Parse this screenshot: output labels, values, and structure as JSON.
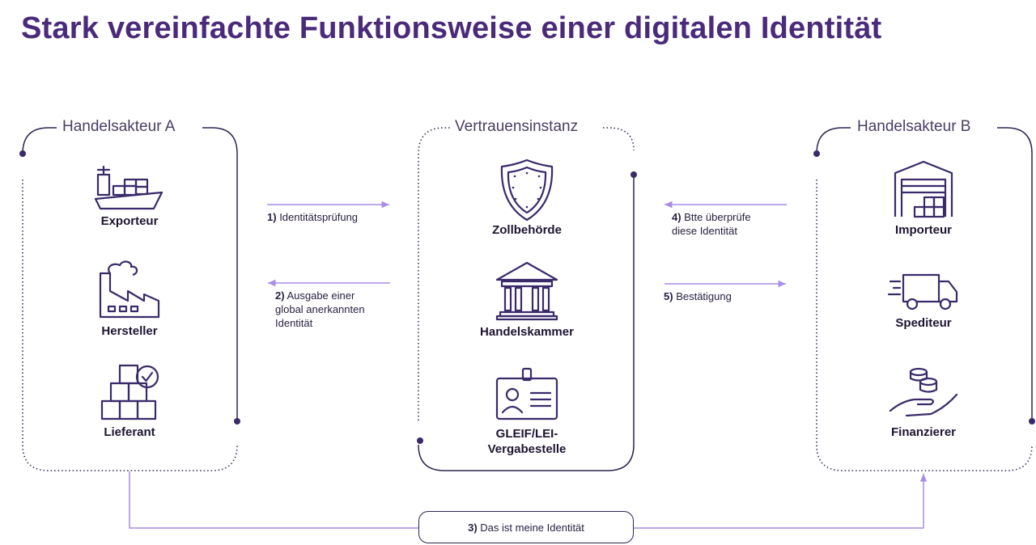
{
  "title": "Stark vereinfachte Funktionsweise einer digitalen Identität",
  "groups": {
    "actor_a": {
      "label": "Handelsakteur A",
      "items": [
        {
          "label": "Exporteur",
          "icon": "ship-icon"
        },
        {
          "label": "Hersteller",
          "icon": "factory-icon"
        },
        {
          "label": "Lieferant",
          "icon": "boxes-check-icon"
        }
      ]
    },
    "trust": {
      "label": "Vertrauensinstanz",
      "items": [
        {
          "label": "Zollbehörde",
          "icon": "shield-icon"
        },
        {
          "label": "Handelskammer",
          "icon": "building-columns-icon"
        },
        {
          "label_line1": "GLEIF/LEI-",
          "label_line2": "Vergabestelle",
          "icon": "id-badge-icon"
        }
      ]
    },
    "actor_b": {
      "label": "Handelsakteur B",
      "items": [
        {
          "label": "Importeur",
          "icon": "warehouse-icon"
        },
        {
          "label": "Spediteur",
          "icon": "truck-icon"
        },
        {
          "label": "Finanzierer",
          "icon": "hand-coins-icon"
        }
      ]
    }
  },
  "steps": {
    "s1": {
      "num": "1)",
      "line1": "Identitätsprüfung"
    },
    "s2": {
      "num": "2)",
      "line1": "Ausgabe einer",
      "line2": "global anerkannten",
      "line3": "Identität"
    },
    "s3": {
      "num": "3)",
      "line1": "Das ist meine Identität"
    },
    "s4": {
      "num": "4)",
      "line1": "Btte überprüfe",
      "line2": "diese Identität"
    },
    "s5": {
      "num": "5)",
      "line1": "Bestätigung"
    }
  },
  "colors": {
    "title": "#4a2a7a",
    "frame": "#2f2550",
    "arrow": "#a98ce6",
    "dot": "#3a2a6a"
  }
}
